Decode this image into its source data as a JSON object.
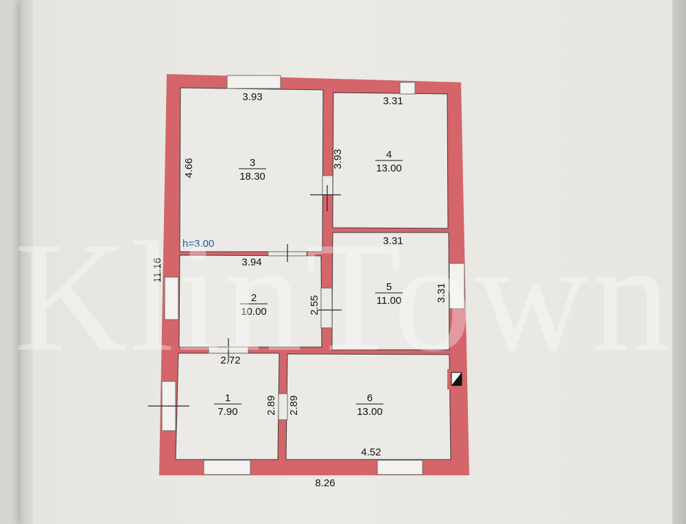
{
  "plan": {
    "height_label": "h=3.00",
    "overall": {
      "width": "8.26",
      "height": "11.16"
    },
    "rooms": [
      {
        "id": "1",
        "area": "7.90"
      },
      {
        "id": "2",
        "area": "10.00"
      },
      {
        "id": "3",
        "area": "18.30"
      },
      {
        "id": "4",
        "area": "13.00"
      },
      {
        "id": "5",
        "area": "11.00"
      },
      {
        "id": "6",
        "area": "13.00"
      }
    ],
    "dimensions": {
      "room3_top": "3.93",
      "room3_left": "4.66",
      "room3_right": "3.93",
      "room4_top": "3.31",
      "room5_top": "3.31",
      "room5_right": "3.31",
      "room2_top": "3.94",
      "room2_right": "2.55",
      "room1_top": "2.72",
      "room1_right": "2.89",
      "room6_left": "2.89",
      "room6_bottom": "4.52"
    },
    "colors": {
      "wall": "#d4656a",
      "room_fill": "#eceae6",
      "window": "#f3f2ee"
    }
  },
  "watermark": "KlinTown"
}
